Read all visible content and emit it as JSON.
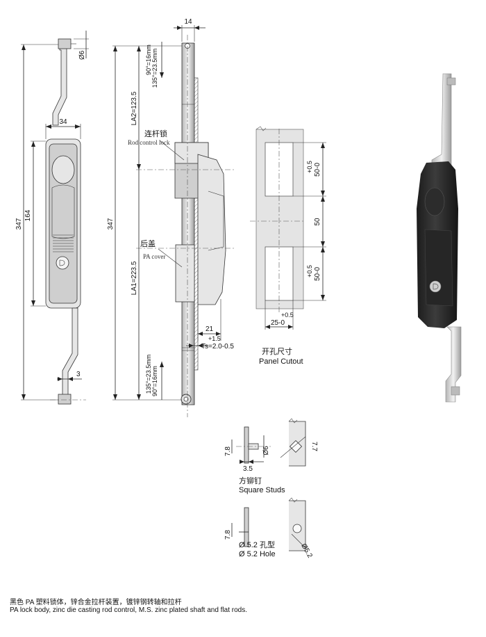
{
  "front_view": {
    "dim_overall_height": "347",
    "dim_handle_height": "164",
    "dim_width": "34",
    "dim_stud": "Ø6",
    "dim_offset": "3"
  },
  "side_view": {
    "dim_overall_height": "347",
    "dim_top_width": "14",
    "la2": "LA2=123.5",
    "la1": "LA1=223.5",
    "angle_top_1": "90°=16mm",
    "angle_top_2": "135°=23.5mm",
    "angle_bot_1": "135°=23.5mm",
    "angle_bot_2": "90°=16mm",
    "label_rod_cn": "连杆锁",
    "label_rod_en": "Rod control lock",
    "label_cover_cn": "后盖",
    "label_cover_en": "PA cover",
    "dim_21": "21",
    "ts": "Ts=2.0-0.5",
    "ts_tol": "+1.5"
  },
  "cutout": {
    "dim_upper": "50-0",
    "dim_upper_tol": "+0.5",
    "dim_mid": "50",
    "dim_lower": "50-0",
    "dim_lower_tol": "+0.5",
    "dim_width": "25-0",
    "dim_width_tol": "+0.5",
    "title_cn": "开孔尺寸",
    "title_en": "Panel Cutout"
  },
  "studs": {
    "dim_78_a": "7.8",
    "dim_phi6": "Ø6",
    "dim_35": "3.5",
    "dim_77": "7.7",
    "title_cn": "方铆钉",
    "title_en": "Square Studs"
  },
  "hole": {
    "dim_78": "7.8",
    "dim_phi52": "Ø5.2",
    "hole_cn": "Ø 5.2 孔型",
    "hole_en": "Ø 5.2 Hole"
  },
  "footer": {
    "line_cn": "黑色 PA 塑料锁体，锌合金拉杆装置，镀锌钢转轴和拉杆",
    "line_en": "PA lock body, zinc die casting rod control, M.S. zinc plated shaft and flat rods."
  }
}
